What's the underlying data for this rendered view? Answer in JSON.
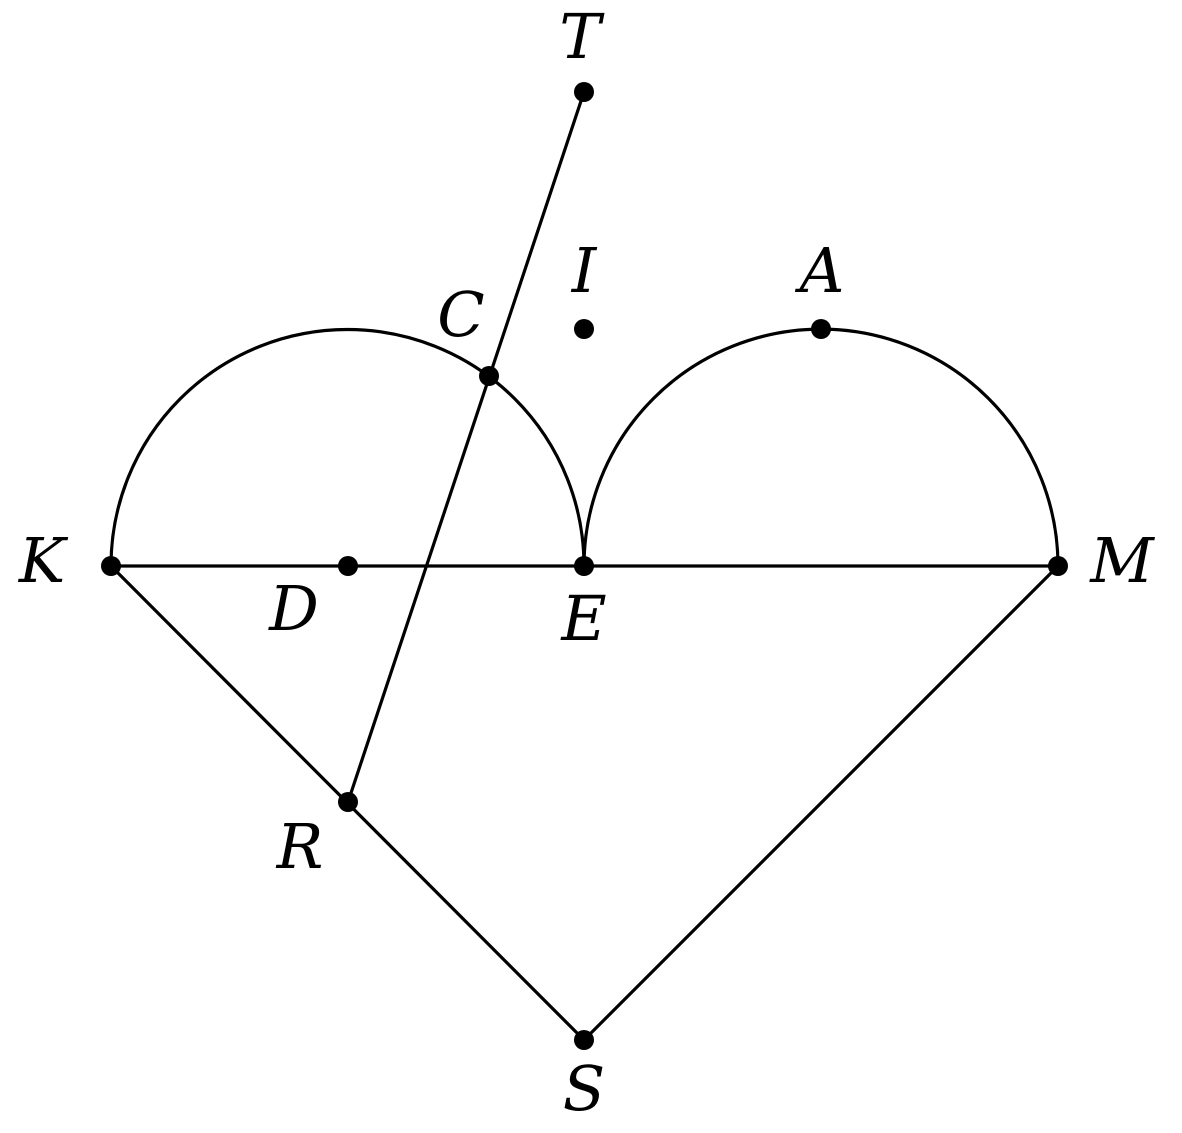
{
  "figure": {
    "colors": {
      "stroke": "#000000",
      "background": "#ffffff"
    },
    "points": {
      "T": "T",
      "I": "I",
      "A": "A",
      "C": "C",
      "K": "K",
      "D": "D",
      "E": "E",
      "M": "M",
      "R": "R",
      "S": "S"
    }
  }
}
